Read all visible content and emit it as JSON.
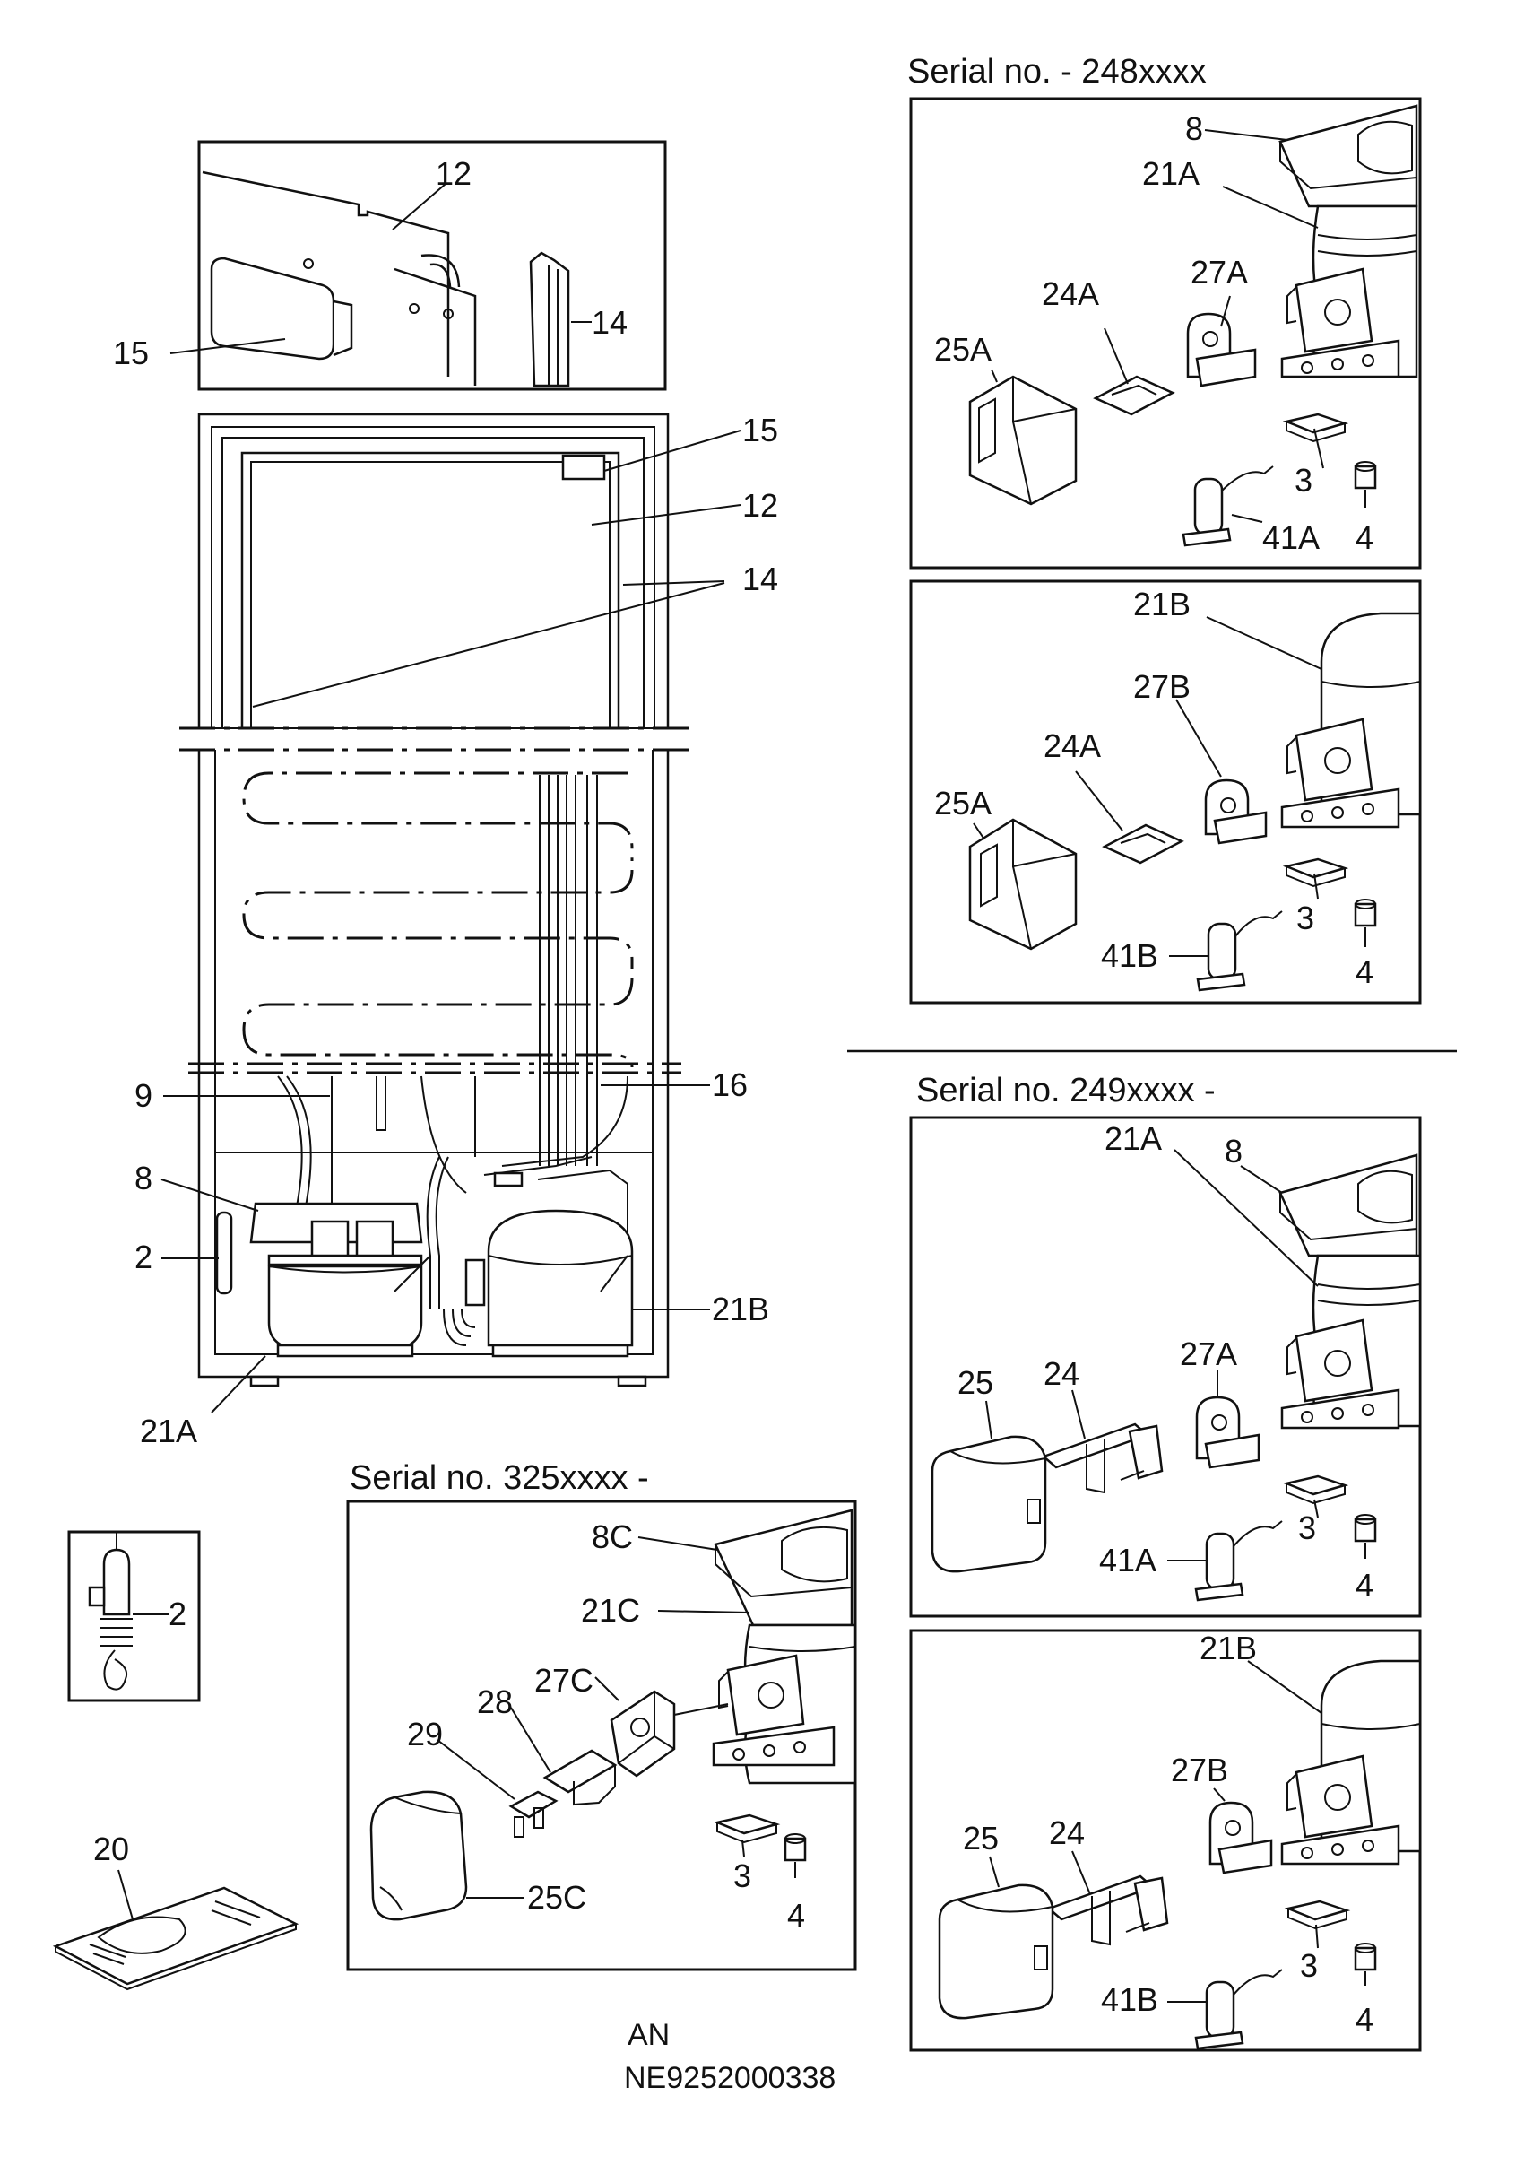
{
  "headers": {
    "serial_248": "Serial no. - 248xxxx",
    "serial_249": "Serial no. 249xxxx -",
    "serial_325": "Serial no. 325xxxx -"
  },
  "footer": {
    "line1": "AN",
    "line2": "NE9252000338"
  },
  "labels": {
    "p12_top": "12",
    "p14_top": "14",
    "p15_top": "15",
    "p15_door": "15",
    "p12_door": "12",
    "p14_door": "14",
    "p9": "9",
    "p16": "16",
    "p8_main": "8",
    "p2_main": "2",
    "p21b_main": "21B",
    "p21a_main": "21A",
    "p2_detail": "2",
    "p20": "20",
    "a_8": "8",
    "a_21a": "21A",
    "a_27a": "27A",
    "a_24a": "24A",
    "a_25a": "25A",
    "a_3": "3",
    "a_41a": "41A",
    "a_4": "4",
    "b_21b": "21B",
    "b_27b": "27B",
    "b_24a": "24A",
    "b_25a": "25A",
    "b_3": "3",
    "b_41b": "41B",
    "b_4": "4",
    "c_21a": "21A",
    "c_8": "8",
    "c_27a": "27A",
    "c_25": "25",
    "c_24": "24",
    "c_3": "3",
    "c_41a": "41A",
    "c_4": "4",
    "d_21b": "21B",
    "d_27b": "27B",
    "d_25": "25",
    "d_24": "24",
    "d_3": "3",
    "d_41b": "41B",
    "d_4": "4",
    "e_8c": "8C",
    "e_21c": "21C",
    "e_27c": "27C",
    "e_28": "28",
    "e_29": "29",
    "e_25c": "25C",
    "e_3": "3",
    "e_4": "4"
  }
}
